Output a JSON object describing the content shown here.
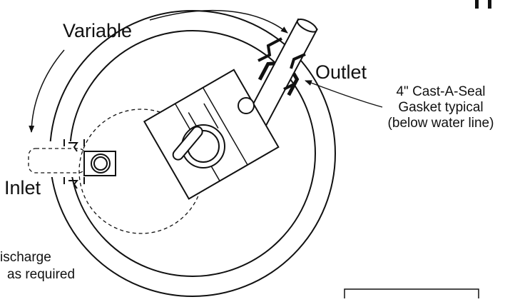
{
  "labels": {
    "variable": "Variable",
    "outlet": "Outlet",
    "inlet": "Inlet",
    "gasket_line1": "4\" Cast-A-Seal",
    "gasket_line2": "Gasket typical",
    "gasket_line3": "(below water line)",
    "discharge_line1": "ischarge",
    "discharge_line2": "as required"
  },
  "colors": {
    "stroke": "#111111",
    "background": "#ffffff"
  }
}
